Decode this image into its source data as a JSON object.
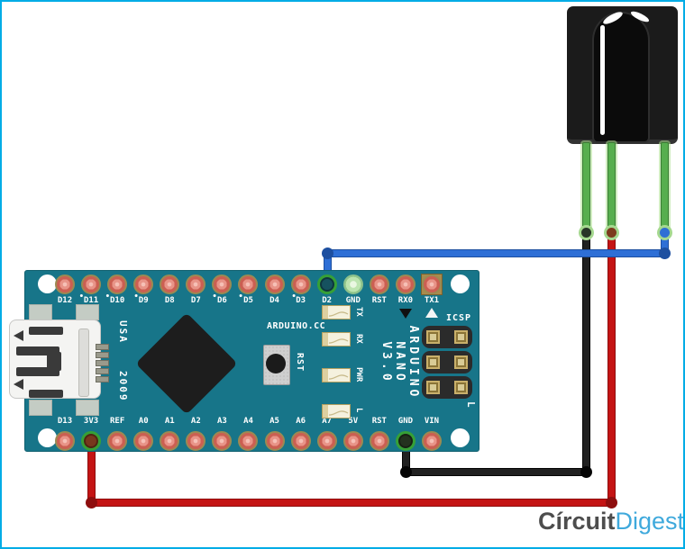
{
  "canvas": {
    "border_color": "#00ACE6",
    "background": "#FFFFFF"
  },
  "logo": {
    "part1": "Círcuit",
    "part2": "Digest",
    "part1_color": "#4D4D4D",
    "part2_color": "#3FA9DC"
  },
  "ir_receiver": {
    "body_color": "#1B1B1B",
    "dome_color": "#0B0B0B",
    "leg_color": "#57AE4E",
    "joints": {
      "left": "#283428",
      "middle": "#7C3A1C",
      "right": "#2F6FD4"
    }
  },
  "wires": {
    "blue": {
      "color": "#2E6FD6",
      "dark": "#1D4FA0"
    },
    "black": {
      "color": "#212121",
      "dark": "#050505"
    },
    "red": {
      "color": "#C41414",
      "dark": "#8E0E0E"
    }
  },
  "arduino": {
    "board_color": "#177589",
    "texts": {
      "brand": "ARDUINO.CC",
      "usa": "USA",
      "year": "2009",
      "model": [
        "ARDUINO",
        "NANO",
        "V3.0"
      ],
      "icsp": "ICSP",
      "rst": "RST",
      "pin1_mark": "L"
    },
    "led_labels": [
      "TX",
      "RX",
      "PWR",
      "L"
    ],
    "top_pins": [
      {
        "label": "D12"
      },
      {
        "label": "D11",
        "pwm": true
      },
      {
        "label": "D10",
        "pwm": true
      },
      {
        "label": "D9",
        "pwm": true
      },
      {
        "label": "D8"
      },
      {
        "label": "D7"
      },
      {
        "label": "D6",
        "pwm": true
      },
      {
        "label": "D5",
        "pwm": true
      },
      {
        "label": "D4"
      },
      {
        "label": "D3",
        "pwm": true
      },
      {
        "label": "D2",
        "state": "wire",
        "center": "#16525F"
      },
      {
        "label": "GND",
        "state": "net"
      },
      {
        "label": "RST"
      },
      {
        "label": "RX0"
      },
      {
        "label": "TX1",
        "square": true
      }
    ],
    "bottom_pins": [
      {
        "label": "D13"
      },
      {
        "label": "3V3",
        "state": "wire",
        "center": "#77381D"
      },
      {
        "label": "REF"
      },
      {
        "label": "A0"
      },
      {
        "label": "A1"
      },
      {
        "label": "A2"
      },
      {
        "label": "A3"
      },
      {
        "label": "A4"
      },
      {
        "label": "A5"
      },
      {
        "label": "A6"
      },
      {
        "label": "A7"
      },
      {
        "label": "5V"
      },
      {
        "label": "RST"
      },
      {
        "label": "GND",
        "state": "wire",
        "center": "#24321F"
      },
      {
        "label": "VIN"
      }
    ]
  }
}
